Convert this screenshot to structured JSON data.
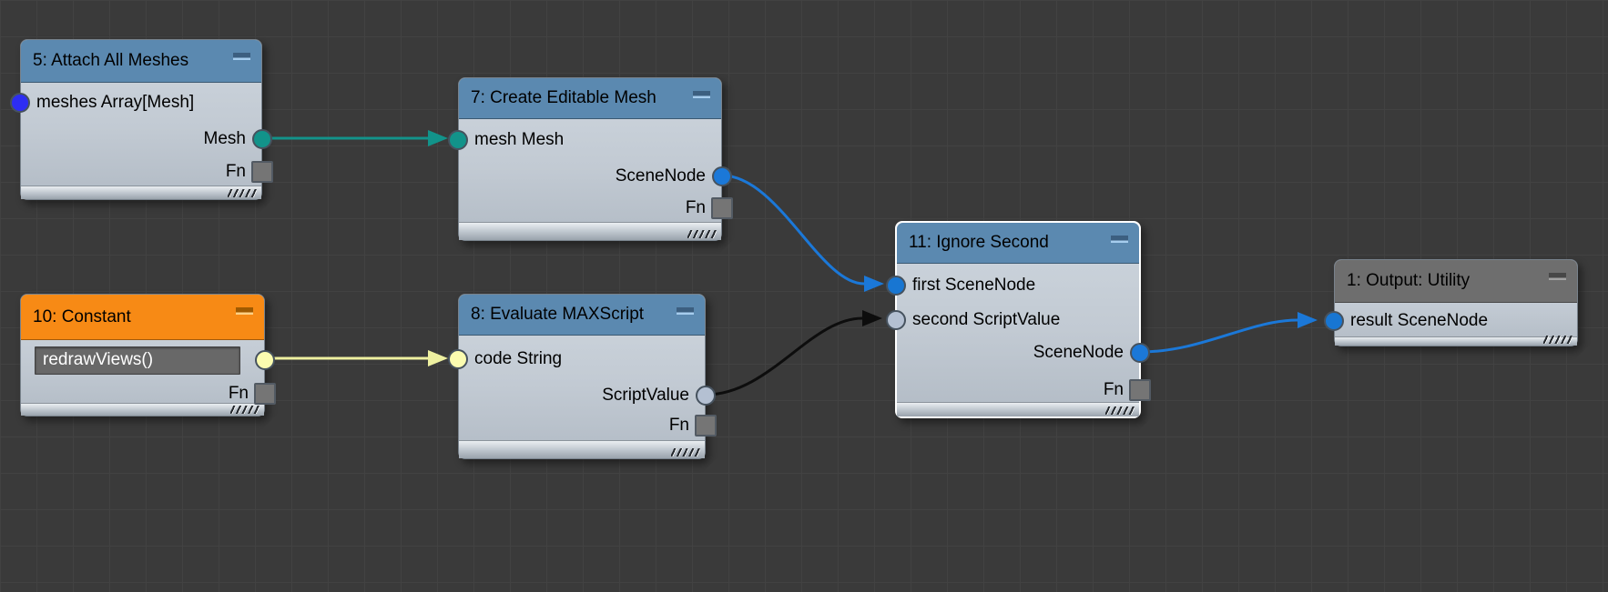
{
  "canvas": {
    "background_color": "#3a3a3a",
    "grid_color": "#424242"
  },
  "colors": {
    "header_blue": "#5b89b0",
    "header_orange": "#f78a15",
    "header_gray": "#6e6e6e",
    "node_body": "#c3cbd4",
    "selected_border": "#ffffff",
    "wire_teal": "#12938a",
    "wire_blue": "#1b78d8",
    "wire_yellow": "#eef0a0",
    "wire_black": "#0d0d0d"
  },
  "nodes": [
    {
      "title": "5: Attach All Meshes",
      "header_color": "#5b89b0",
      "inputs": [
        {
          "label": "meshes Array[Mesh]",
          "color": "#2d2df2"
        }
      ],
      "outputs": [
        {
          "label": "Mesh",
          "color": "#12938a"
        }
      ],
      "fn_label": "Fn"
    },
    {
      "title": "7: Create Editable Mesh",
      "header_color": "#5b89b0",
      "inputs": [
        {
          "label": "mesh Mesh",
          "color": "#12938a"
        }
      ],
      "outputs": [
        {
          "label": "SceneNode",
          "color": "#1b78d8"
        }
      ],
      "fn_label": "Fn"
    },
    {
      "title": "10: Constant",
      "header_color": "#f78a15",
      "field_value": "redrawViews()",
      "value_port_color": "#fbfcb0",
      "fn_label": "Fn"
    },
    {
      "title": "8: Evaluate MAXScript",
      "header_color": "#5b89b0",
      "inputs": [
        {
          "label": "code String",
          "color": "#fbfcb0"
        }
      ],
      "outputs": [
        {
          "label": "ScriptValue",
          "color": "#b4c0d2"
        }
      ],
      "fn_label": "Fn"
    },
    {
      "title": "11: Ignore Second",
      "header_color": "#5b89b0",
      "selected": true,
      "inputs": [
        {
          "label": "first SceneNode",
          "color": "#1876d2"
        },
        {
          "label": "second ScriptValue",
          "color": "#b4c0d2"
        }
      ],
      "outputs": [
        {
          "label": "SceneNode",
          "color": "#1b78d8"
        }
      ],
      "fn_label": "Fn"
    },
    {
      "title": "1: Output: Utility",
      "header_color": "#6e6e6e",
      "inputs": [
        {
          "label": "result SceneNode",
          "color": "#1876d2"
        }
      ]
    }
  ],
  "connections": [
    {
      "from": "5: Attach All Meshes / Mesh",
      "to": "7: Create Editable Mesh / mesh",
      "color": "#12938a"
    },
    {
      "from": "7: Create Editable Mesh / SceneNode",
      "to": "11: Ignore Second / first",
      "color": "#1b78d8"
    },
    {
      "from": "10: Constant / value",
      "to": "8: Evaluate MAXScript / code",
      "color": "#eef0a0"
    },
    {
      "from": "8: Evaluate MAXScript / ScriptValue",
      "to": "11: Ignore Second / second",
      "color": "#0d0d0d"
    },
    {
      "from": "11: Ignore Second / SceneNode",
      "to": "1: Output: Utility / result",
      "color": "#1b78d8"
    }
  ]
}
